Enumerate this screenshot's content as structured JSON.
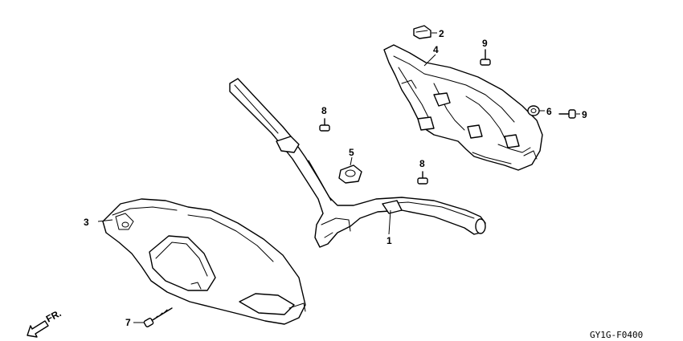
{
  "callouts": {
    "c1": "1",
    "c2": "2",
    "c3": "3",
    "c4": "4",
    "c5": "5",
    "c6": "6",
    "c7": "7",
    "c8a": "8",
    "c8b": "8",
    "c9a": "9",
    "c9b": "9"
  },
  "direction_label": "FR.",
  "diagram_code": "GY1G-F0400"
}
